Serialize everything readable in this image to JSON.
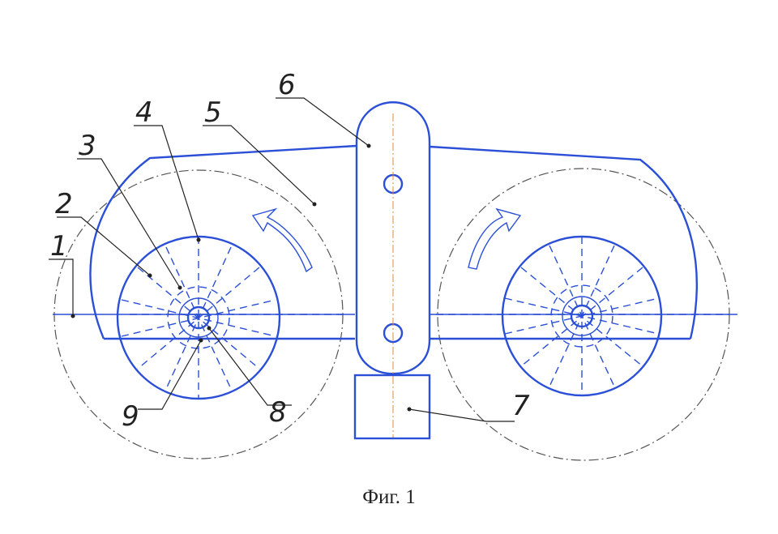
{
  "figure": {
    "caption": "Фиг. 1",
    "labels": {
      "l1": "1",
      "l2": "2",
      "l3": "3",
      "l4": "4",
      "l5": "5",
      "l6": "6",
      "l7": "7",
      "l8": "8",
      "l9": "9"
    }
  },
  "colors": {
    "line": "#2b4fd6",
    "axis": "#e0883a",
    "ink": "#222222"
  }
}
